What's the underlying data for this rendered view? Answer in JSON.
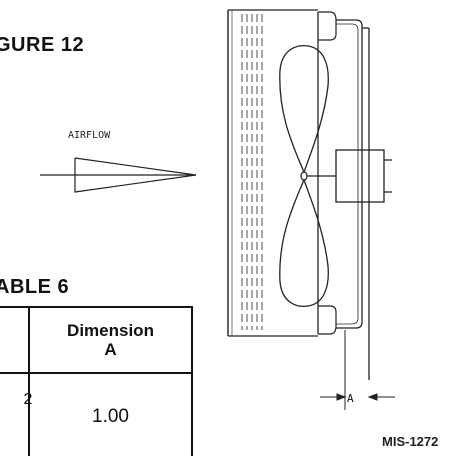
{
  "figure_title": "GURE 12",
  "airflow_label": "AIRFLOW",
  "table_title": "ABLE 6",
  "table": {
    "header_line1": "Dimension",
    "header_line2": "A",
    "left_fragment": "2",
    "value": "1.00"
  },
  "dimension_label": "A",
  "reference_id": "MIS-1272"
}
